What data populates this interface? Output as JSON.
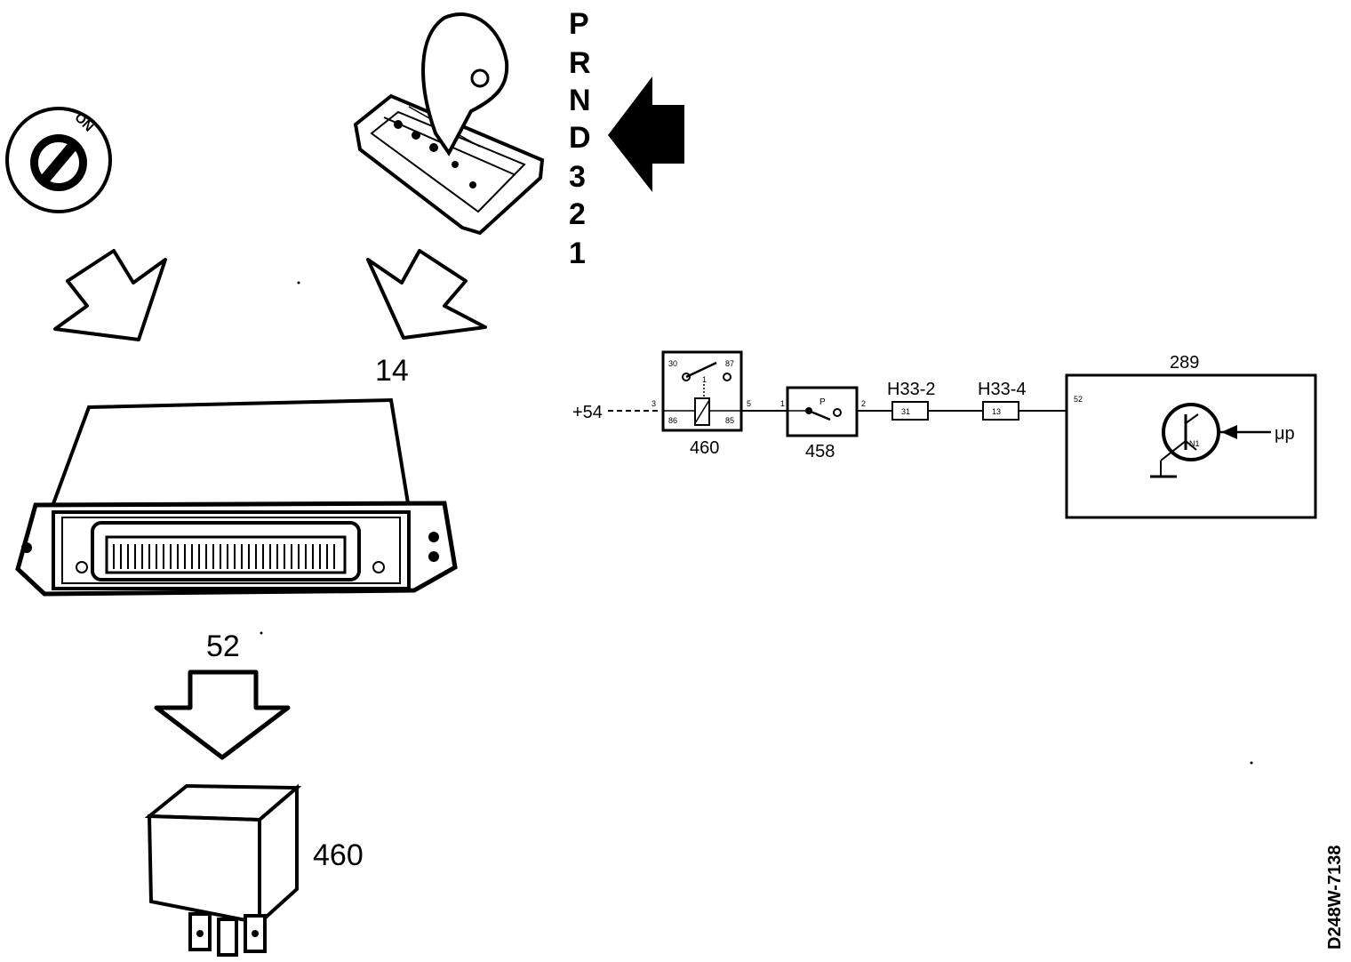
{
  "ignition": {
    "on_label": "ON"
  },
  "selector": {
    "gears": [
      "P",
      "R",
      "N",
      "D",
      "3",
      "2",
      "1"
    ],
    "selected": "D"
  },
  "ecu": {
    "number": "14",
    "output_pin": "52"
  },
  "relay": {
    "number": "460"
  },
  "schematic": {
    "supply": "+54",
    "relay": {
      "number": "460",
      "pins": [
        "30",
        "87",
        "1",
        "86",
        "85"
      ],
      "input_pin": "3",
      "output_pin": "5"
    },
    "switch": {
      "number": "458",
      "symbol": "P",
      "pin_in": "1",
      "pin_out": "2"
    },
    "connectors": [
      {
        "name": "H33-2",
        "pin": "31"
      },
      {
        "name": "H33-4",
        "pin": "13"
      }
    ],
    "control_unit": {
      "number": "289",
      "pin": "52",
      "transistor_label": "N1",
      "input_label": "μp"
    }
  },
  "figure_code": "D248W-7138"
}
